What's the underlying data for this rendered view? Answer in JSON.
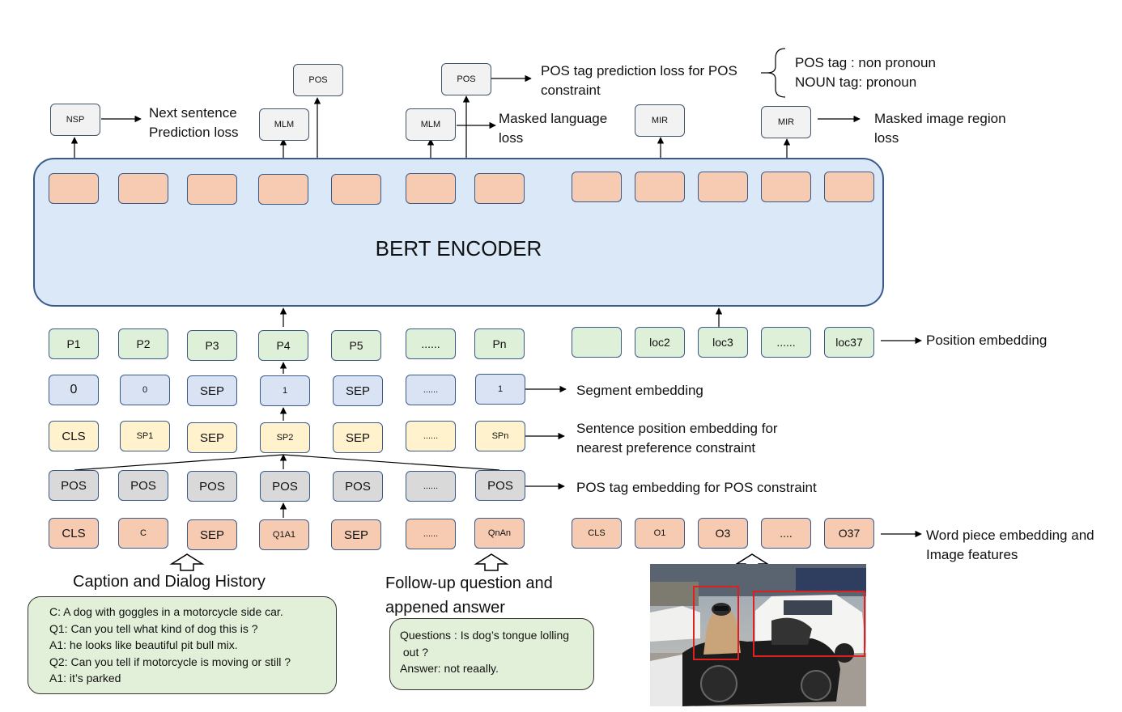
{
  "encoder": {
    "title": "BERT ENCODER"
  },
  "heads": {
    "nsp": "NSP",
    "mlm_1": "MLM",
    "mlm_2": "MLM",
    "pos_1": "POS",
    "pos_2": "POS",
    "mir_1": "MIR",
    "mir_2": "MIR"
  },
  "loss_labels": {
    "nsp_line1": "Next sentence",
    "nsp_line2": "Prediction loss",
    "pos_line1": "POS tag prediction loss for POS",
    "pos_line2": "constraint",
    "pos_tag_line1": "POS tag : non pronoun",
    "pos_tag_line2": "NOUN tag: pronoun",
    "mlm_line1": "Masked language",
    "mlm_line2": "loss",
    "mir_line1": "Masked image region",
    "mir_line2": "loss"
  },
  "rows": {
    "position": [
      "P1",
      "P2",
      "P3",
      "P4",
      "P5",
      "......",
      "Pn"
    ],
    "image_position": [
      "",
      "loc2",
      "loc3",
      "......",
      "loc37"
    ],
    "segment": [
      "0",
      "0",
      "SEP",
      "1",
      "SEP",
      "......",
      "1"
    ],
    "sentence_position": [
      "CLS",
      "SP1",
      "SEP",
      "SP2",
      "SEP",
      "......",
      "SPn"
    ],
    "pos_tag": [
      "POS",
      "POS",
      "POS",
      "POS",
      "POS",
      "......",
      "POS"
    ],
    "word_piece": [
      "CLS",
      "C",
      "SEP",
      "Q1A1",
      "SEP",
      "......",
      "QnAn"
    ],
    "image_features": [
      "CLS",
      "O1",
      "O3",
      "....",
      "O37"
    ]
  },
  "row_labels": {
    "position": "Position embedding",
    "segment": "Segment embedding",
    "sentence_position_line1": "Sentence position embedding for",
    "sentence_position_line2": "nearest preference constraint",
    "pos_tag": "POS tag embedding for POS constraint",
    "word_piece_line1": "Word piece embedding and",
    "word_piece_line2": "Image features"
  },
  "inputs": {
    "caption_title": "Caption and Dialog History",
    "caption_lines": [
      "C: A dog with goggles in a motorcycle  side car.",
      "Q1: Can you tell what kind of dog this is ?",
      "A1:  he looks like beautiful pit bull mix.",
      "Q2: Can you tell if motorcycle is moving or still ?",
      "A1: it’s parked"
    ],
    "followup_title_line1": "Follow-up question and",
    "followup_title_line2": "appened answer",
    "followup_lines": [
      "Questions : Is dog’s tongue lolling",
      " out ?",
      "Answer: not reaally."
    ]
  },
  "colors": {
    "token_orange": "#f7cbb1",
    "position_green": "#dff0d8",
    "segment_blue": "#dae3f3",
    "sentence_yellow": "#fff2cc",
    "pos_gray": "#d9d9d9",
    "encoder_fill": "#dae8f8",
    "border_blue": "#3a5a8c",
    "detection_red": "#e02020"
  }
}
